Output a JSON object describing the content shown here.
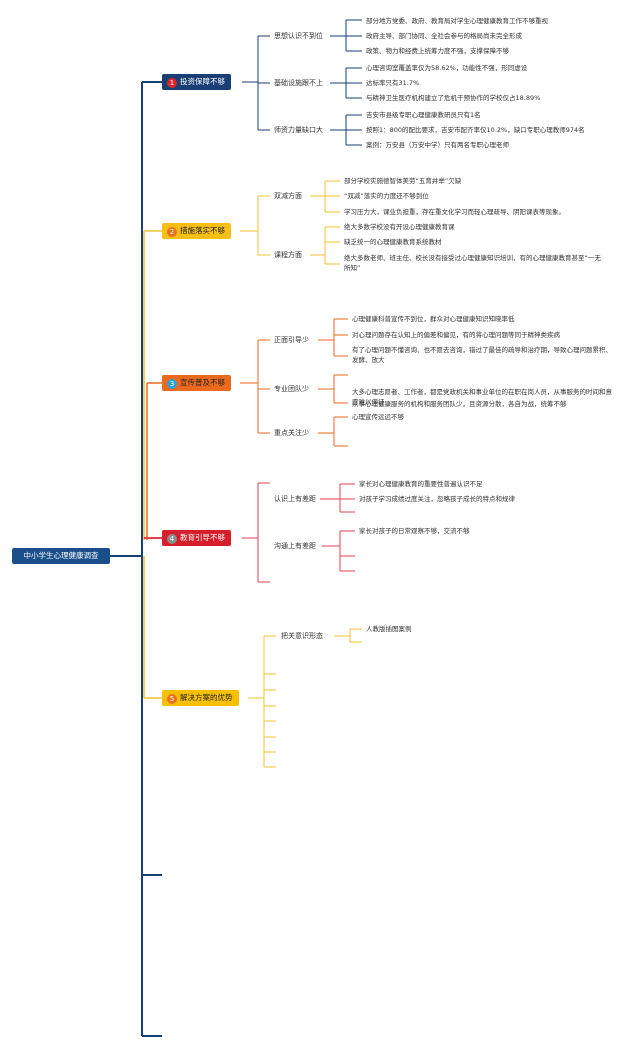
{
  "root": {
    "label": "中小学生心理健康调查"
  },
  "categories": [
    {
      "num": "1",
      "label": "投资保障不够",
      "bg": "#1a3f74",
      "fg": "#ffffff",
      "badge_bg": "#d9262d",
      "color": "#1a3f74",
      "subs": [
        {
          "label": "思想认识不到位",
          "leaves": [
            "部分地方党委、政府、教育局对学生心理健康教育工作不够重视",
            "政府主导、部门协同、全社会参与的格局尚未完全形成",
            "政策、物力和经费上统筹力度不强，支撑保障不够"
          ]
        },
        {
          "label": "基础设施跟不上",
          "leaves": [
            "心理咨询室覆盖率仅为58.62%，功能性不强，形同虚设",
            "达标率只有31.7%",
            "与精神卫生医疗机构建立了危机干预协作的学校仅占18.89%"
          ]
        },
        {
          "label": "师资力量缺口大",
          "leaves": [
            "吉安市县级专职心理健康教研员只有1名",
            "按照1：800的配比要求，吉安市配齐率仅10.2%，缺口专职心理教师974名",
            "案例：万安县（万安中学）只有两名专职心理老师"
          ]
        }
      ]
    },
    {
      "num": "2",
      "label": "措施落实不够",
      "bg": "#f6bf16",
      "fg": "#222222",
      "badge_bg": "#e8731c",
      "color": "#f1c232",
      "subs": [
        {
          "label": "双减方面",
          "leaves": [
            "部分学校实施德智体美劳“五育并举”欠缺",
            "“双减”落实的力度还不够到位",
            "学习压力大，课业负担重，存在重文化学习而轻心理疏导、阴阳课表等现象。"
          ]
        },
        {
          "label": "课程方面",
          "leaves": [
            "绝大多数学校没有开设心理健康教育课",
            "缺乏统一的心理健康教育系统教材",
            "绝大多数老师、班主任、校长没有接受过心理健康知识培训，有的心理健康教育甚至“一无所知”"
          ]
        }
      ]
    },
    {
      "num": "3",
      "label": "宣传普及不够",
      "bg": "#ec6a1e",
      "fg": "#222222",
      "badge_bg": "#2f9fd6",
      "color": "#ec6a1e",
      "subs": [
        {
          "label": "正面引导少",
          "leaves": [
            "心理健康科普宣传不到位，群众对心理健康知识知晓率低",
            "对心理问题存在认知上的偏差和偏见，有的将心理问题等同于精神类疾病",
            "有了心理问题不懂咨询、也不愿去咨询，错过了最佳的疏导和治疗期，导致心理问题累积、发酵、放大"
          ]
        },
        {
          "label": "专业团队少",
          "leaves": [
            "从事心理健康服务的机构和服务团队少，且资源分散，各自为战，统筹不够",
            "大多心理志愿者、工作者，都是党政机关和事业单位的在职在岗人员，从事服务的时间和意愿难以保证"
          ]
        },
        {
          "label": "重点关注少",
          "leaves": [
            "心理宣传远远不够",
            ""
          ]
        }
      ]
    },
    {
      "num": "4",
      "label": "教育引导不够",
      "bg": "#d51f2d",
      "fg": "#ffffff",
      "badge_bg": "#8c8c8c",
      "color": "#e0434f",
      "subs": [
        {
          "label": "认识上有差距",
          "leaves": [
            "家长对心理健康教育的重要性普遍认识不足",
            "对孩子学习成绩过度关注，忽略孩子成长的特点和规律"
          ]
        },
        {
          "label": "沟通上有差距",
          "leaves": [
            "家长对孩子的日常观察不够，交流不够",
            "",
            ""
          ]
        }
      ]
    },
    {
      "num": "5",
      "label": "解决方案的优势",
      "bg": "#f6c000",
      "fg": "#222222",
      "badge_bg": "#e8731c",
      "color": "#f1c232",
      "subs": [
        {
          "label": "把关意识形态",
          "leaves": [
            "人教版插图案例"
          ]
        }
      ]
    }
  ]
}
